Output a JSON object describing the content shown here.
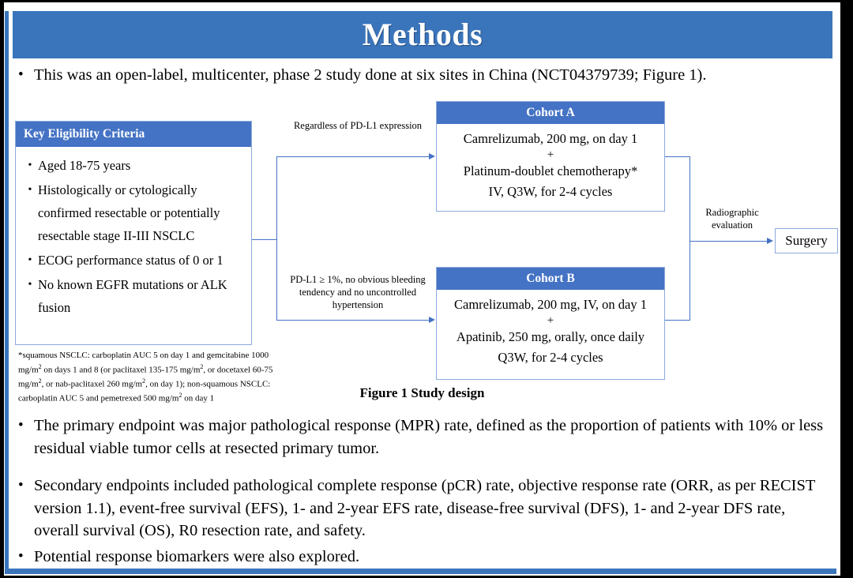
{
  "slide": {
    "title": "Methods",
    "accent_color": "#4472C4",
    "title_bar_color": "#3A75BC",
    "box_border_color": "#8FAADC",
    "connector_color": "#4472C4"
  },
  "body": {
    "bullet_mark": "•",
    "intro": "This was an open-label, multicenter, phase 2 study done at six sites in China (NCT04379739; Figure 1).",
    "primary_endpoint": "The primary endpoint was major pathological response (MPR) rate, defined as the proportion of patients with 10% or less residual viable tumor cells at resected primary tumor.",
    "secondary_endpoints": "Secondary endpoints included pathological complete response (pCR) rate, objective response rate (ORR, as per RECIST version 1.1), event-free survival (EFS), 1- and 2-year EFS rate, disease-free survival (DFS), 1- and 2-year DFS rate, overall survival (OS), R0 resection rate, and safety.",
    "biomarkers": "Potential response biomarkers were also explored."
  },
  "figure": {
    "caption": "Figure 1 Study design",
    "eligibility": {
      "header": "Key  Eligibility Criteria",
      "bullet_mark": "•",
      "items": [
        "Aged 18-75 years",
        "Histologically or cytologically confirmed resectable or potentially resectable stage II-III  NSCLC",
        "ECOG performance status of 0 or 1",
        "No known EGFR mutations or ALK fusion"
      ]
    },
    "footnote_parts": {
      "p1": "*squamous NSCLC: carboplatin AUC 5 on day 1 and gemcitabine 1000 mg/m",
      "sup1": "2",
      "p2": " on days 1 and 8 (or paclitaxel  135-175  mg/m",
      "sup2": "2",
      "p3": ", or docetaxel 60-75 mg/m",
      "sup3": "2",
      "p4": ", or nab-paclitaxel 260 mg/m",
      "sup4": "2",
      "p5": ", on day 1); non-squamous NSCLC: carboplatin AUC 5 and pemetrexed 500 mg/m",
      "sup5": "2",
      "p6": " on day 1"
    },
    "cohort_a": {
      "header": "Cohort A",
      "line1": "Camrelizumab, 200 mg, on day 1",
      "plus": "+",
      "line2": "Platinum-doublet chemotherapy*",
      "line3": "IV, Q3W, for 2-4 cycles"
    },
    "cohort_b": {
      "header": "Cohort B",
      "line1": "Camrelizumab, 200 mg, IV, on day 1",
      "plus": "+",
      "line2": "Apatinib, 250 mg, orally, once daily",
      "line3": "Q3W, for 2-4 cycles"
    },
    "labels": {
      "regardless": "Regardless  of PD-L1 expression",
      "pdl1": "PD-L1 ≥ 1%, no obvious bleeding tendency  and no uncontrolled  hypertension",
      "radiographic": "Radiographic evaluation"
    },
    "surgery": {
      "label": "Surgery"
    }
  }
}
